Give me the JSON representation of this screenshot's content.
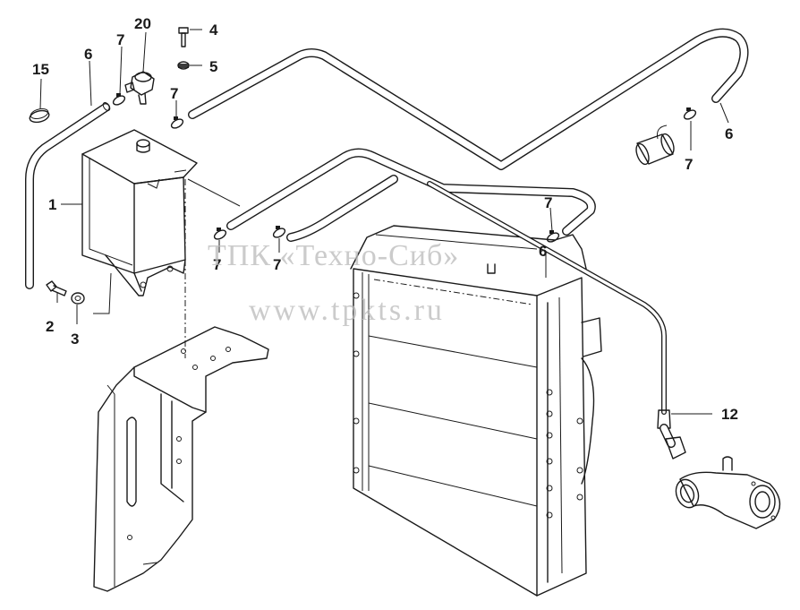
{
  "callouts": {
    "c1": "1",
    "c2": "2",
    "c3": "3",
    "c4": "4",
    "c5": "5",
    "c6a": "6",
    "c6b": "6",
    "c6c": "6",
    "c7a": "7",
    "c7b": "7",
    "c7c": "7",
    "c7d": "7",
    "c7e": "7",
    "c7f": "7",
    "c12": "12",
    "c15": "15",
    "c20": "20"
  },
  "watermark": {
    "line1": "ТПК «Техно-Сиб»",
    "line2": "www.tpkts.ru"
  }
}
